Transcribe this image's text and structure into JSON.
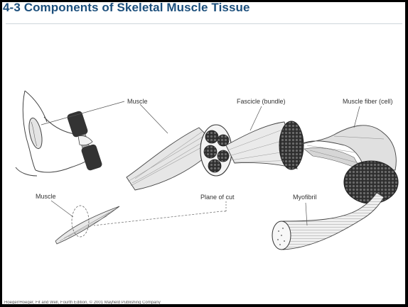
{
  "slide": {
    "title": "4-3   Components of Skeletal Muscle Tissue"
  },
  "labels": {
    "muscle_top": "Muscle",
    "fascicle": "Fascicle (bundle)",
    "muscle_fiber": "Muscle fiber (cell)",
    "muscle_left": "Muscle",
    "plane_of_cut": "Plane of cut",
    "myofibril": "Myofibril"
  },
  "credit": "Hoeger/Hoeger, Fit and Well, Fourth Edition, © 2001 Mayfield Publishing Company",
  "colors": {
    "title": "#1c4f7c",
    "ink": "#333333",
    "dark_fill": "#3a3a3a",
    "light_fill": "#dedede"
  }
}
